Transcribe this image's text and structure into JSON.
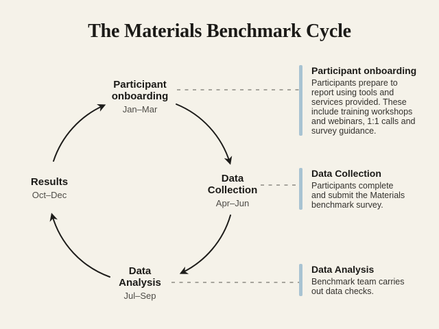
{
  "title": "The Materials Benchmark Cycle",
  "colors": {
    "background": "#f5f2e9",
    "text": "#1b1a17",
    "muted_text": "#4e4c47",
    "accent_bar": "#a8c3d2",
    "arc_line": "#1d1c1a",
    "dash_line": "#8b8a83"
  },
  "cycle": {
    "stages": [
      {
        "id": "participant-onboarding",
        "label": "Participant\nonboarding",
        "months": "Jan–Mar"
      },
      {
        "id": "data-collection",
        "label": "Data\nCollection",
        "months": "Apr–Jun"
      },
      {
        "id": "data-analysis",
        "label": "Data\nAnalysis",
        "months": "Jul–Sep"
      },
      {
        "id": "results",
        "label": "Results",
        "months": "Oct–Dec"
      }
    ]
  },
  "panels": [
    {
      "heading": "Participant onboarding",
      "body": "Participants prepare to\nreport using tools and\nservices provided. These\ninclude training workshops\nand webinars, 1:1 calls and\nsurvey guidance."
    },
    {
      "heading": "Data Collection",
      "body": "Participants complete\nand submit the Materials\nbenchmark survey."
    },
    {
      "heading": "Data Analysis",
      "body": "Benchmark team carries\nout data checks."
    }
  ]
}
